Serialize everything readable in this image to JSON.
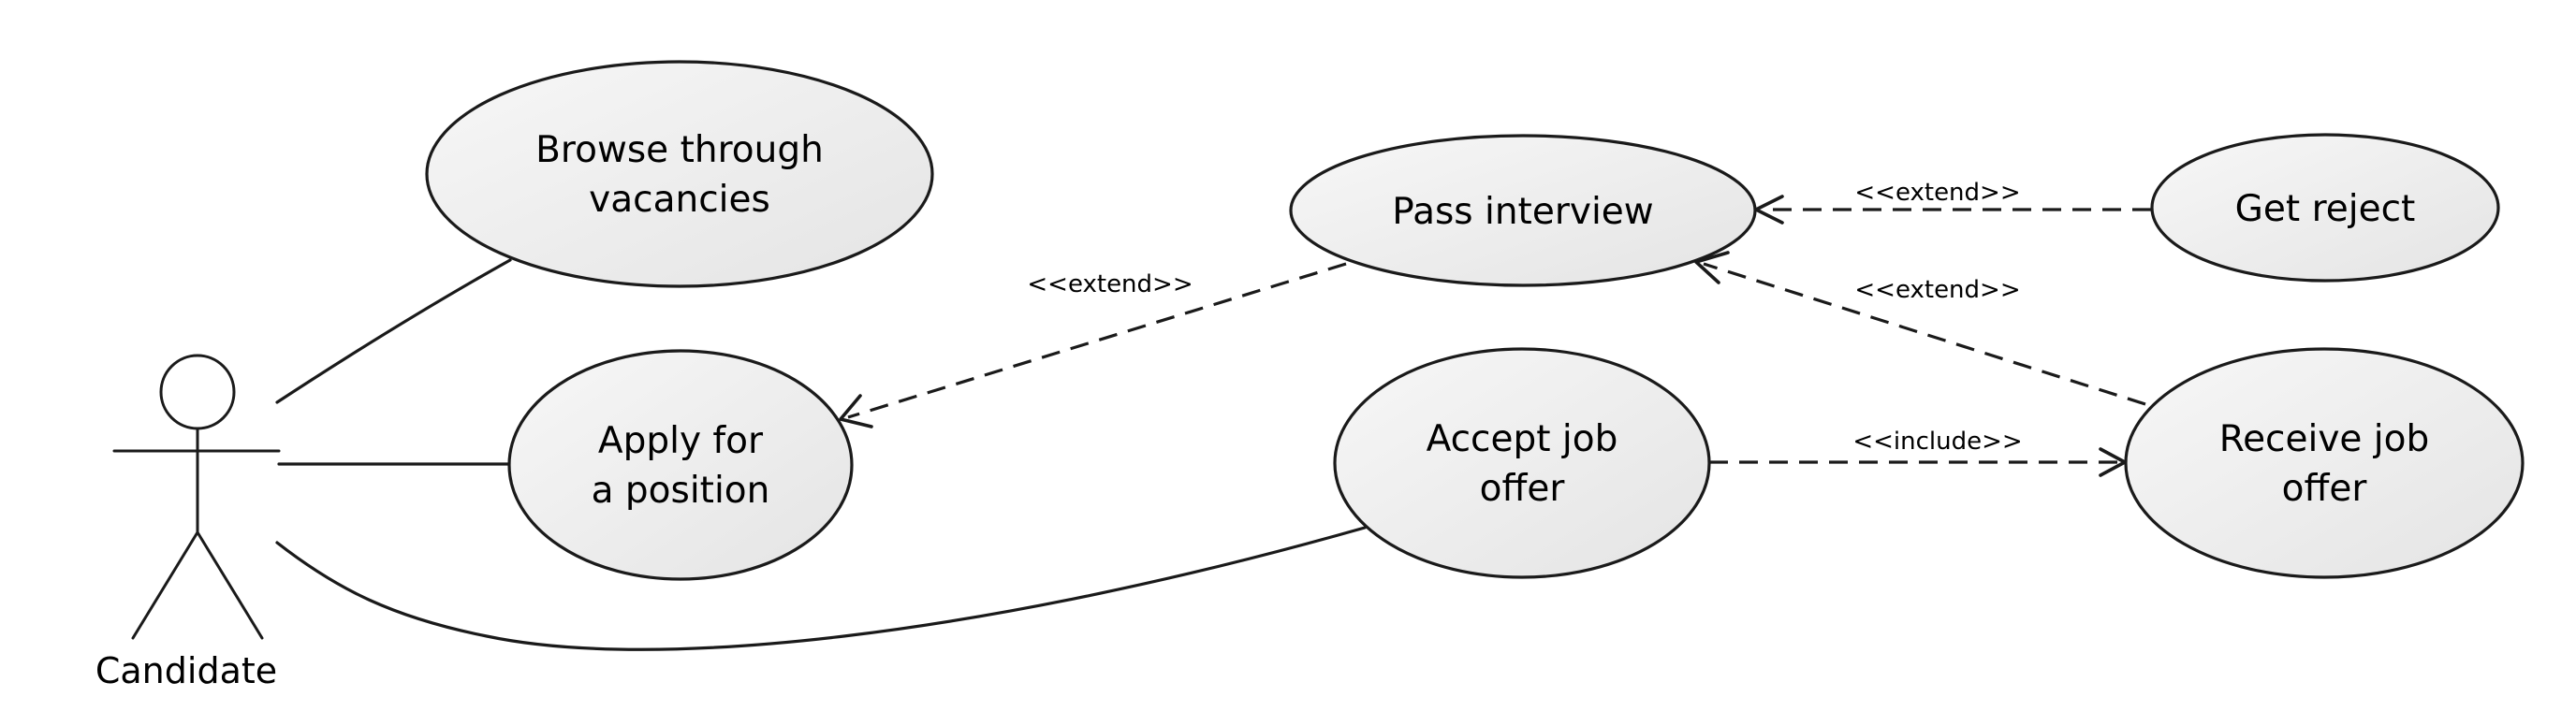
{
  "diagram": {
    "type": "uml-use-case",
    "actor": {
      "name": "Candidate"
    },
    "use_cases": {
      "browse": {
        "lines": [
          "Browse through",
          "vacancies"
        ]
      },
      "apply": {
        "lines": [
          "Apply for",
          "a position"
        ]
      },
      "pass_interview": {
        "lines": [
          "Pass interview"
        ]
      },
      "accept_offer": {
        "lines": [
          "Accept job",
          "offer"
        ]
      },
      "get_reject": {
        "lines": [
          "Get reject"
        ]
      },
      "receive_offer": {
        "lines": [
          "Receive job",
          "offer"
        ]
      }
    },
    "relationships": [
      {
        "from": "pass_interview",
        "to": "apply",
        "kind": "extend",
        "label": "<<extend>>"
      },
      {
        "from": "get_reject",
        "to": "pass_interview",
        "kind": "extend",
        "label": "<<extend>>"
      },
      {
        "from": "receive_offer",
        "to": "pass_interview",
        "kind": "extend",
        "label": "<<extend>>"
      },
      {
        "from": "accept_offer",
        "to": "receive_offer",
        "kind": "include",
        "label": "<<include>>"
      }
    ],
    "associations": [
      {
        "actor": "Candidate",
        "use_case": "browse"
      },
      {
        "actor": "Candidate",
        "use_case": "apply"
      },
      {
        "actor": "Candidate",
        "use_case": "accept_offer"
      }
    ]
  }
}
